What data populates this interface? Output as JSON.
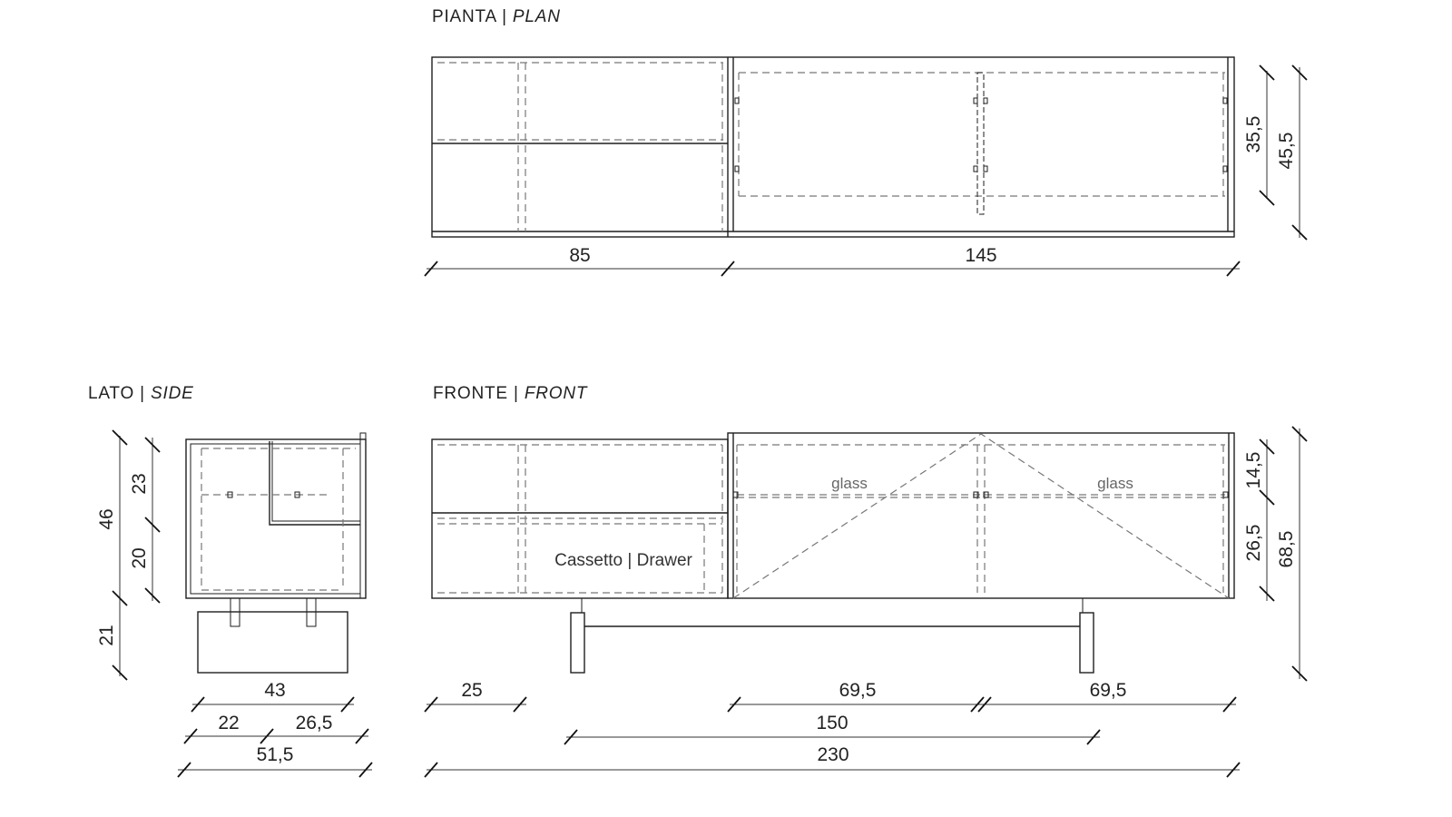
{
  "views": {
    "plan": {
      "it": "PIANTA",
      "sep": "|",
      "en": "PLAN"
    },
    "side": {
      "it": "LATO",
      "sep": "|",
      "en": "SIDE"
    },
    "front": {
      "it": "FRONTE",
      "sep": "|",
      "en": "FRONT"
    }
  },
  "plan_dims": {
    "left_width": "85",
    "right_width": "145",
    "inner_depth": "35,5",
    "total_depth": "45,5"
  },
  "side_dims": {
    "total_height": "46",
    "upper": "23",
    "lower": "20",
    "legs": "21",
    "base_width": "43",
    "part_a": "22",
    "part_b": "26,5",
    "total_width": "51,5"
  },
  "front_dims": {
    "top": "14,5",
    "bottom": "26,5",
    "total_height": "68,5",
    "shelf": "25",
    "door_left": "69,5",
    "door_right": "69,5",
    "legs_span": "150",
    "total_width": "230"
  },
  "labels": {
    "glass_left": "glass",
    "glass_right": "glass",
    "drawer": "Cassetto | Drawer"
  }
}
